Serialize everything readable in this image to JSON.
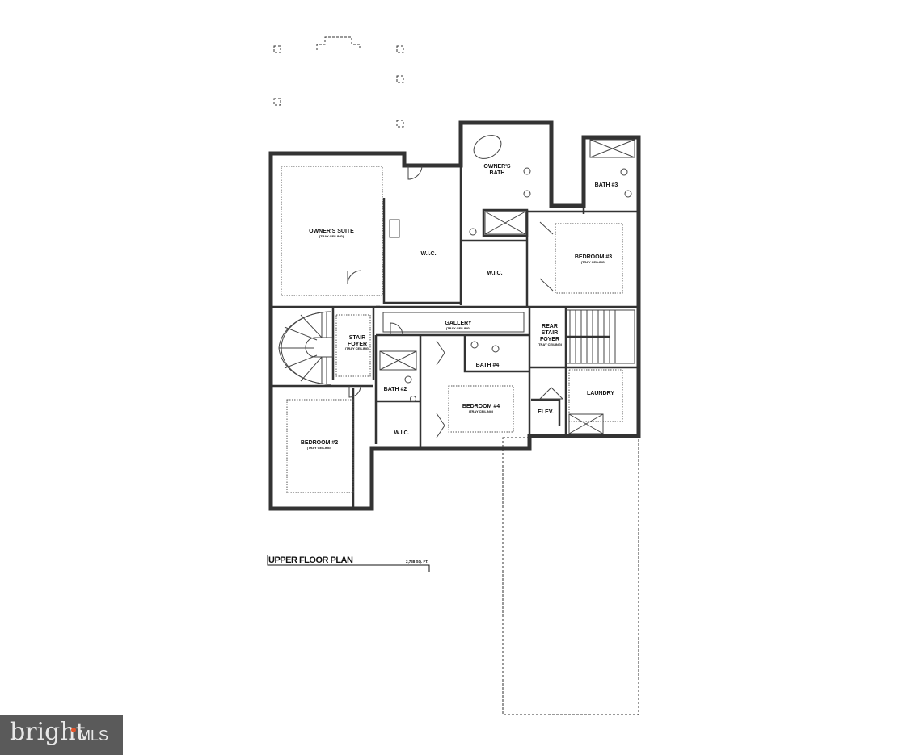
{
  "plan": {
    "title": "UPPER FLOOR PLAN",
    "area": "2,738 SQ. FT.",
    "rooms": {
      "owners_suite": {
        "name": "OWNER'S SUITE",
        "note": "(TRAY CEILING)"
      },
      "wic_main": {
        "name": "W.I.C."
      },
      "owners_bath": {
        "name": "OWNER'S",
        "name2": "BATH"
      },
      "wic_bath": {
        "name": "W.I.C."
      },
      "bedroom3": {
        "name": "BEDROOM #3",
        "note": "(TRAY CEILING)"
      },
      "bath3": {
        "name": "BATH #3"
      },
      "stair_foyer": {
        "name": "STAIR",
        "name2": "FOYER",
        "note": "(TRAY CEILING)"
      },
      "gallery": {
        "name": "GALLERY",
        "note": "(TRAY CEILING)"
      },
      "bath2": {
        "name": "BATH #2"
      },
      "bath4": {
        "name": "BATH #4"
      },
      "bedroom4": {
        "name": "BEDROOM #4",
        "note": "(TRAY CEILING)"
      },
      "rear_stair": {
        "name": "REAR",
        "name2": "STAIR",
        "name3": "FOYER",
        "note": "(TRAY CEILING)"
      },
      "laundry": {
        "name": "LAUNDRY"
      },
      "elevator": {
        "name": "ELEV."
      },
      "wic_bed2": {
        "name": "W.I.C."
      },
      "bedroom2": {
        "name": "BEDROOM #2",
        "note": "(TRAY CEILING)"
      }
    }
  },
  "watermark": {
    "brand": "bright",
    "suffix": "MLS",
    "accent": "#e2552b",
    "background": "#5a5a5a"
  }
}
